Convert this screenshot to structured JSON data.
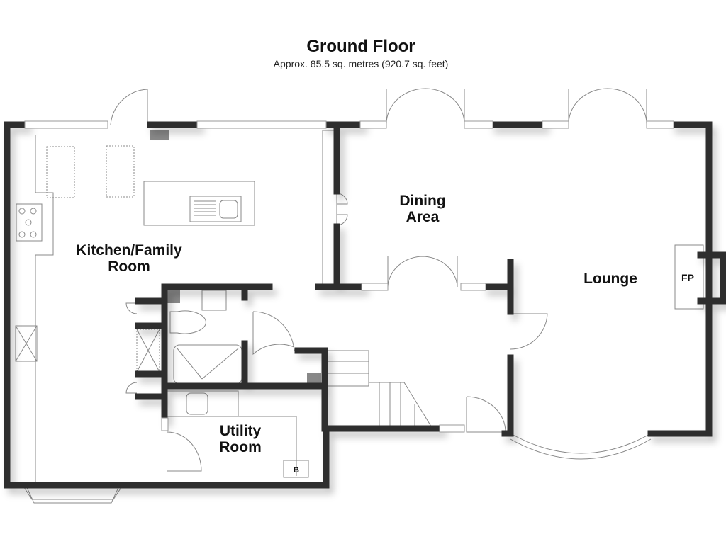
{
  "header": {
    "title": "Ground Floor",
    "subtitle": "Approx. 85.5 sq. metres (920.7 sq. feet)"
  },
  "rooms": {
    "kitchen": [
      "Kitchen/Family",
      "Room"
    ],
    "dining": [
      "Dining",
      "Area"
    ],
    "lounge": "Lounge",
    "utility": [
      "Utility",
      "Room"
    ]
  },
  "fixtures": {
    "fireplace": "FP",
    "boiler": "B"
  },
  "colors": {
    "wall": "#2e2e2e",
    "line": "#888888"
  }
}
